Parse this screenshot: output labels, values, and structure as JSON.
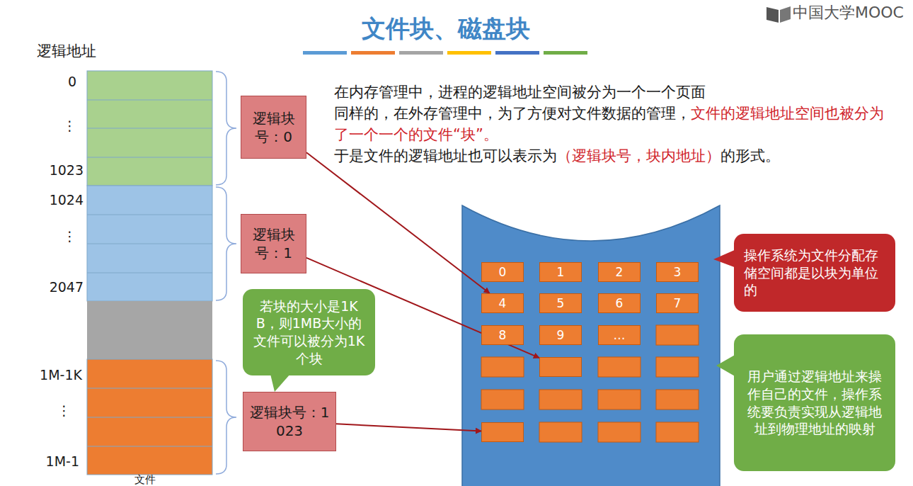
{
  "diagram": {
    "title": "文件块、磁盘块",
    "nodes": [
      {
        "text": [
          "逻辑块号：0"
        ]
      },
      {
        "text": [
          "逻辑块号：1"
        ]
      },
      {
        "text": [
          "若块的大小是1KB，则1MB大小的文件可以被分为1K个块"
        ]
      },
      {
        "text": [
          "逻辑块号：1023"
        ]
      },
      {
        "text": [
          "操作系统为文件分配存储空间都是以块为单位的"
        ]
      },
      {
        "text": [
          "0"
        ]
      },
      {
        "text": [
          "1"
        ]
      },
      {
        "text": [
          "2"
        ]
      },
      {
        "text": [
          "3"
        ]
      },
      {
        "text": [
          "4"
        ]
      },
      {
        "text": [
          "5"
        ]
      },
      {
        "text": [
          "6"
        ]
      },
      {
        "text": [
          "7"
        ]
      },
      {
        "text": [
          "8"
        ]
      },
      {
        "text": [
          "9"
        ]
      },
      {
        "text": [
          "…"
        ]
      },
      {
        "text": []
      },
      {
        "text": [
          "用户通过逻辑地址来操作自己的文件，操作系统要负责实现从逻辑地址到物理地址的映射"
        ]
      },
      {
        "text": []
      }
    ],
    "edges": [
      {
        "from": 0,
        "to": 9,
        "arrow": "to"
      },
      {
        "from": 1,
        "to": 16,
        "arrow": "to"
      },
      {
        "from": 3,
        "to": 18,
        "arrow": "to"
      }
    ],
    "labels": [
      "中国大学MOOC",
      "逻辑地址",
      "0",
      "⋮",
      "1023",
      "1024",
      "⋮",
      "2047",
      "1M-1K",
      "⋮",
      "1M-1",
      "在内存管理中，进程的逻辑地址空间被分为一个一个页面",
      "同样的，在外存管理中，为了方便对文件数据的管理，",
      "文件的逻辑地址空间也被分为了一个一个的文件“块”。",
      "于是文件的逻辑地址也可以表示为",
      "（逻辑块号，块内地址）",
      "的形式。",
      "文件"
    ]
  }
}
